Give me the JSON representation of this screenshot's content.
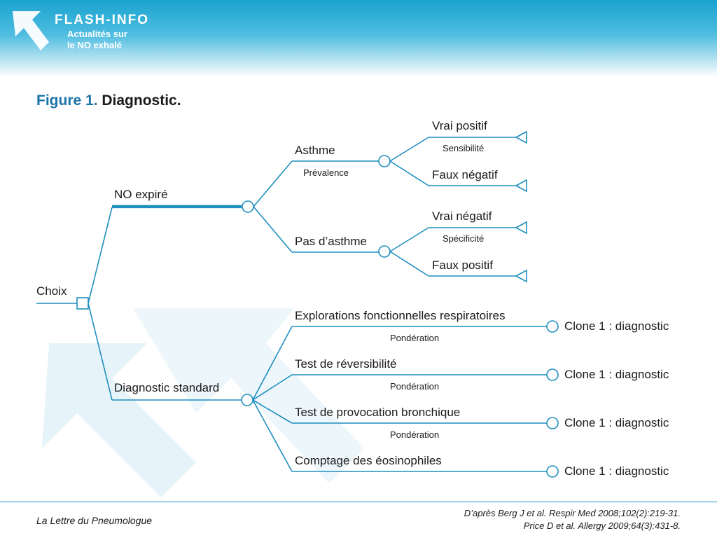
{
  "header": {
    "brand": "FLASH-INFO",
    "subtitle_line1": "Actualités sur",
    "subtitle_line2": "le NO exhalé"
  },
  "figure": {
    "number": "Figure 1.",
    "title": "Diagnostic."
  },
  "diagram": {
    "root": "Choix",
    "branch_no": "NO expiré",
    "branch_std": "Diagnostic standard",
    "asthme": "Asthme",
    "prevalence": "Prévalence",
    "pas_asthme": "Pas d’asthme",
    "vrai_positif": "Vrai positif",
    "sensibilite": "Sensibilité",
    "faux_negatif": "Faux négatif",
    "vrai_negatif": "Vrai négatif",
    "specificite": "Spécificité",
    "faux_positif": "Faux positif",
    "standard_items": [
      {
        "label": "Explorations fonctionnelles respiratoires",
        "weight": "Pondération",
        "outcome": "Clone 1 : diagnostic"
      },
      {
        "label": "Test de réversibilité",
        "weight": "Pondération",
        "outcome": "Clone 1 : diagnostic"
      },
      {
        "label": "Test de provocation bronchique",
        "weight": "Pondération",
        "outcome": "Clone 1 : diagnostic"
      },
      {
        "label": "Comptage des éosinophiles",
        "outcome": "Clone 1 : diagnostic"
      }
    ]
  },
  "colors": {
    "line": "#1f8fbf",
    "title_accent": "#1a73a8"
  },
  "footer": {
    "journal": "La Lettre du Pneumologue",
    "ref1": "D’après Berg J et al. Respir Med 2008;102(2):219-31.",
    "ref2": "Price D et al. Allergy 2009;64(3):431-8."
  }
}
